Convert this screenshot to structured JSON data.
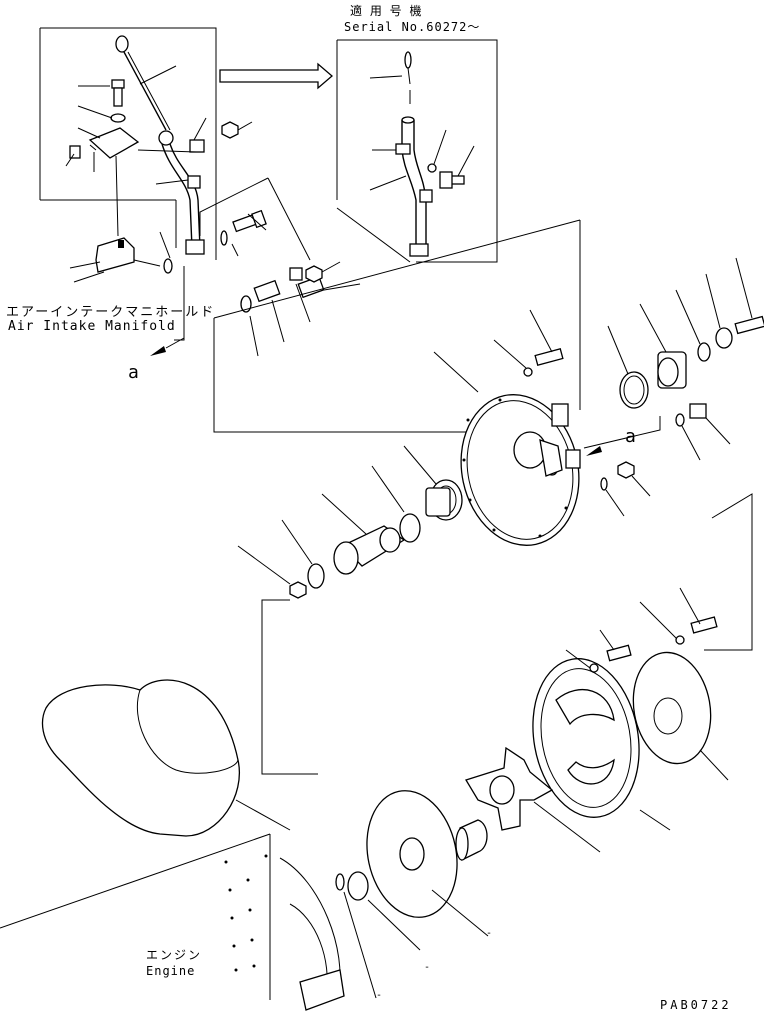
{
  "applicable_header_jp": "適 用 号 機",
  "serial_label": "Serial No.60272～",
  "intake_label_jp": "エアーインテークマニホールド",
  "intake_label_en": "Air Intake Manifold",
  "ref_mark_left": "a",
  "ref_mark_right": "a",
  "engine_label_jp": "エンジン",
  "engine_label_en": "Engine",
  "drawing_code": "PAB0722",
  "callout_dash_1": "-",
  "callout_dash_2": "-",
  "callout_dash_3": "-"
}
